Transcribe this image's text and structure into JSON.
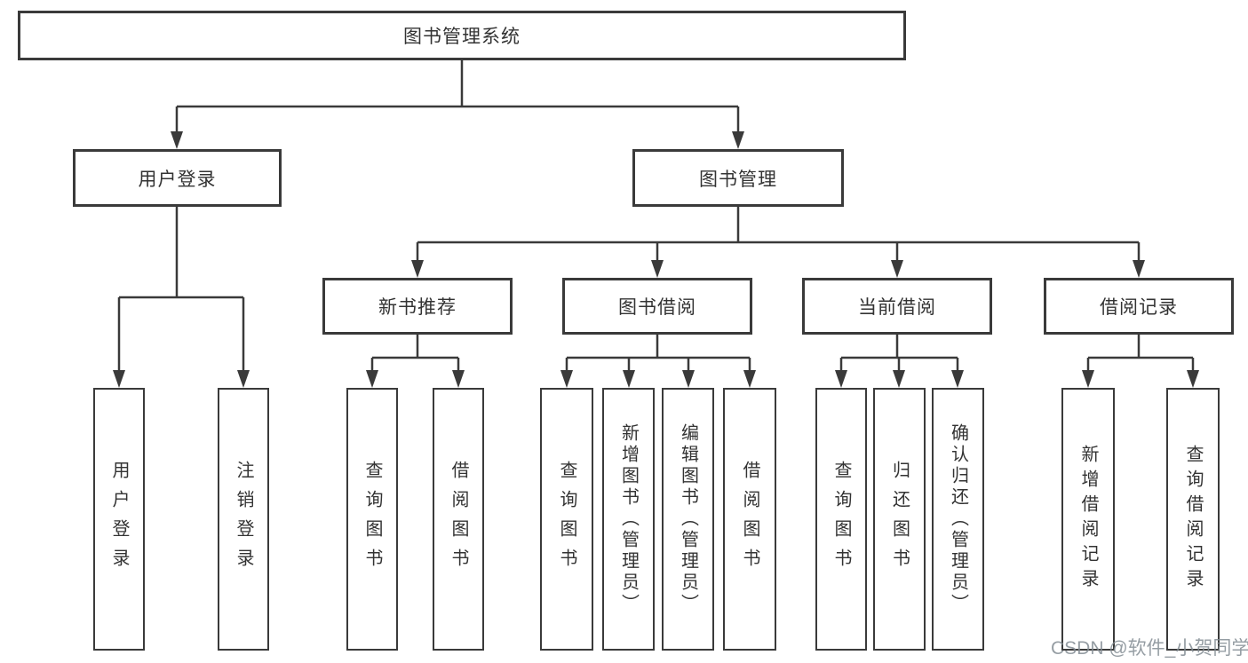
{
  "tree": {
    "root": "图书管理系统",
    "user_login": {
      "label": "用户登录",
      "children": [
        "用户登录",
        "注销登录"
      ]
    },
    "book_mgmt": {
      "label": "图书管理",
      "sections": {
        "new_book": {
          "label": "新书推荐",
          "children": [
            "查询图书",
            "借阅图书"
          ]
        },
        "book_borrow": {
          "label": "图书借阅",
          "children": [
            "查询图书",
            "新增图书（管理员）",
            "编辑图书（管理员）",
            "借阅图书"
          ]
        },
        "current_borrow": {
          "label": "当前借阅",
          "children": [
            "查询图书",
            "归还图书",
            "确认归还（管理员）"
          ]
        },
        "borrow_record": {
          "label": "借阅记录",
          "children": [
            "新增借阅记录",
            "查询借阅记录"
          ]
        }
      }
    }
  },
  "watermark": "CSDN @软件_小贺同学",
  "colors": {
    "line": "#3a3a3a",
    "text": "#333333",
    "background": "#ffffff",
    "watermark": "#828c93"
  }
}
